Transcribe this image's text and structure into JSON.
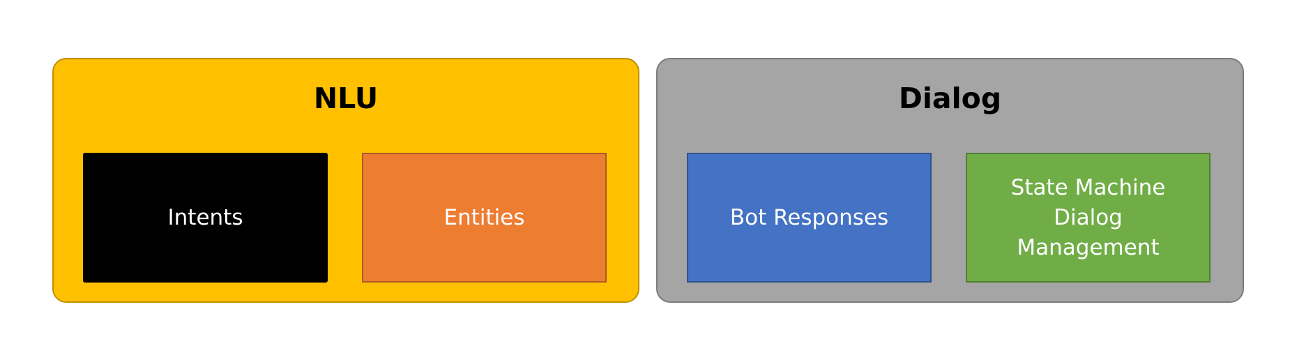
{
  "diagram": {
    "groups": [
      {
        "title": "NLU",
        "color": "#ffc000",
        "boxes": [
          {
            "label": "Intents",
            "color": "#000000"
          },
          {
            "label": "Entities",
            "color": "#ed7d31"
          }
        ]
      },
      {
        "title": "Dialog",
        "color": "#a5a5a5",
        "boxes": [
          {
            "label": "Bot Responses",
            "color": "#4472c4"
          },
          {
            "label": "State Machine\nDialog\nManagement",
            "color": "#70ad47"
          }
        ]
      }
    ]
  }
}
